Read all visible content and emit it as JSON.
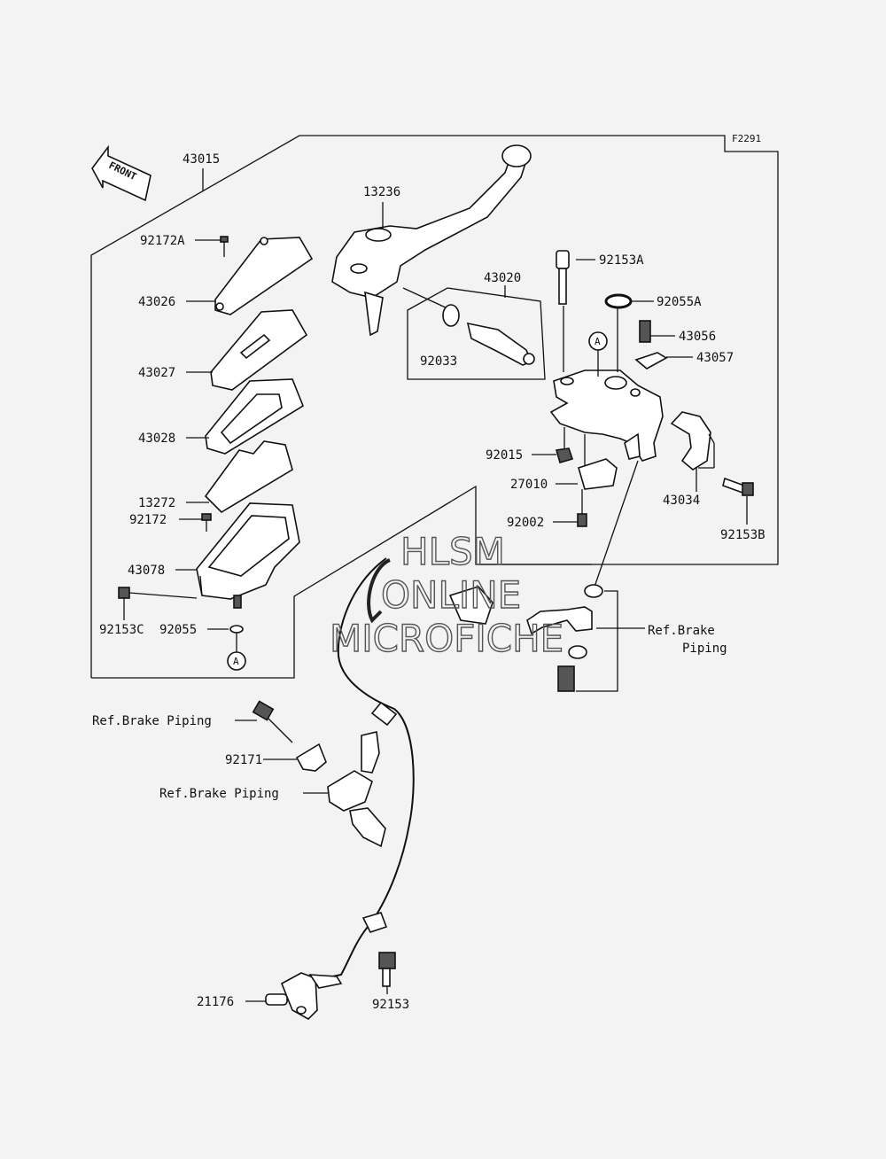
{
  "figure_code": "F2291",
  "front_arrow_text": "FRONT",
  "callout_a": "A",
  "watermark": [
    "HLSM",
    "ONLINE",
    "MICROFICHE"
  ],
  "labels": {
    "p43015": "43015",
    "p13236": "13236",
    "p92172A": "92172A",
    "p43026": "43026",
    "p43027": "43027",
    "p43028": "43028",
    "p13272": "13272",
    "p92172": "92172",
    "p43078": "43078",
    "p92153C": "92153C",
    "p92055": "92055",
    "p43020": "43020",
    "p92033": "92033",
    "p92153A": "92153A",
    "p92055A": "92055A",
    "p43056": "43056",
    "p43057": "43057",
    "p92015": "92015",
    "p27010": "27010",
    "p92002": "92002",
    "p43034": "43034",
    "p92153B": "92153B",
    "ref_brake_1": "Ref.Brake",
    "ref_brake_1b": "Piping",
    "ref_brake_2": "Ref.Brake Piping",
    "p92171": "92171",
    "ref_brake_3": "Ref.Brake Piping",
    "p21176": "21176",
    "p92153": "92153"
  }
}
